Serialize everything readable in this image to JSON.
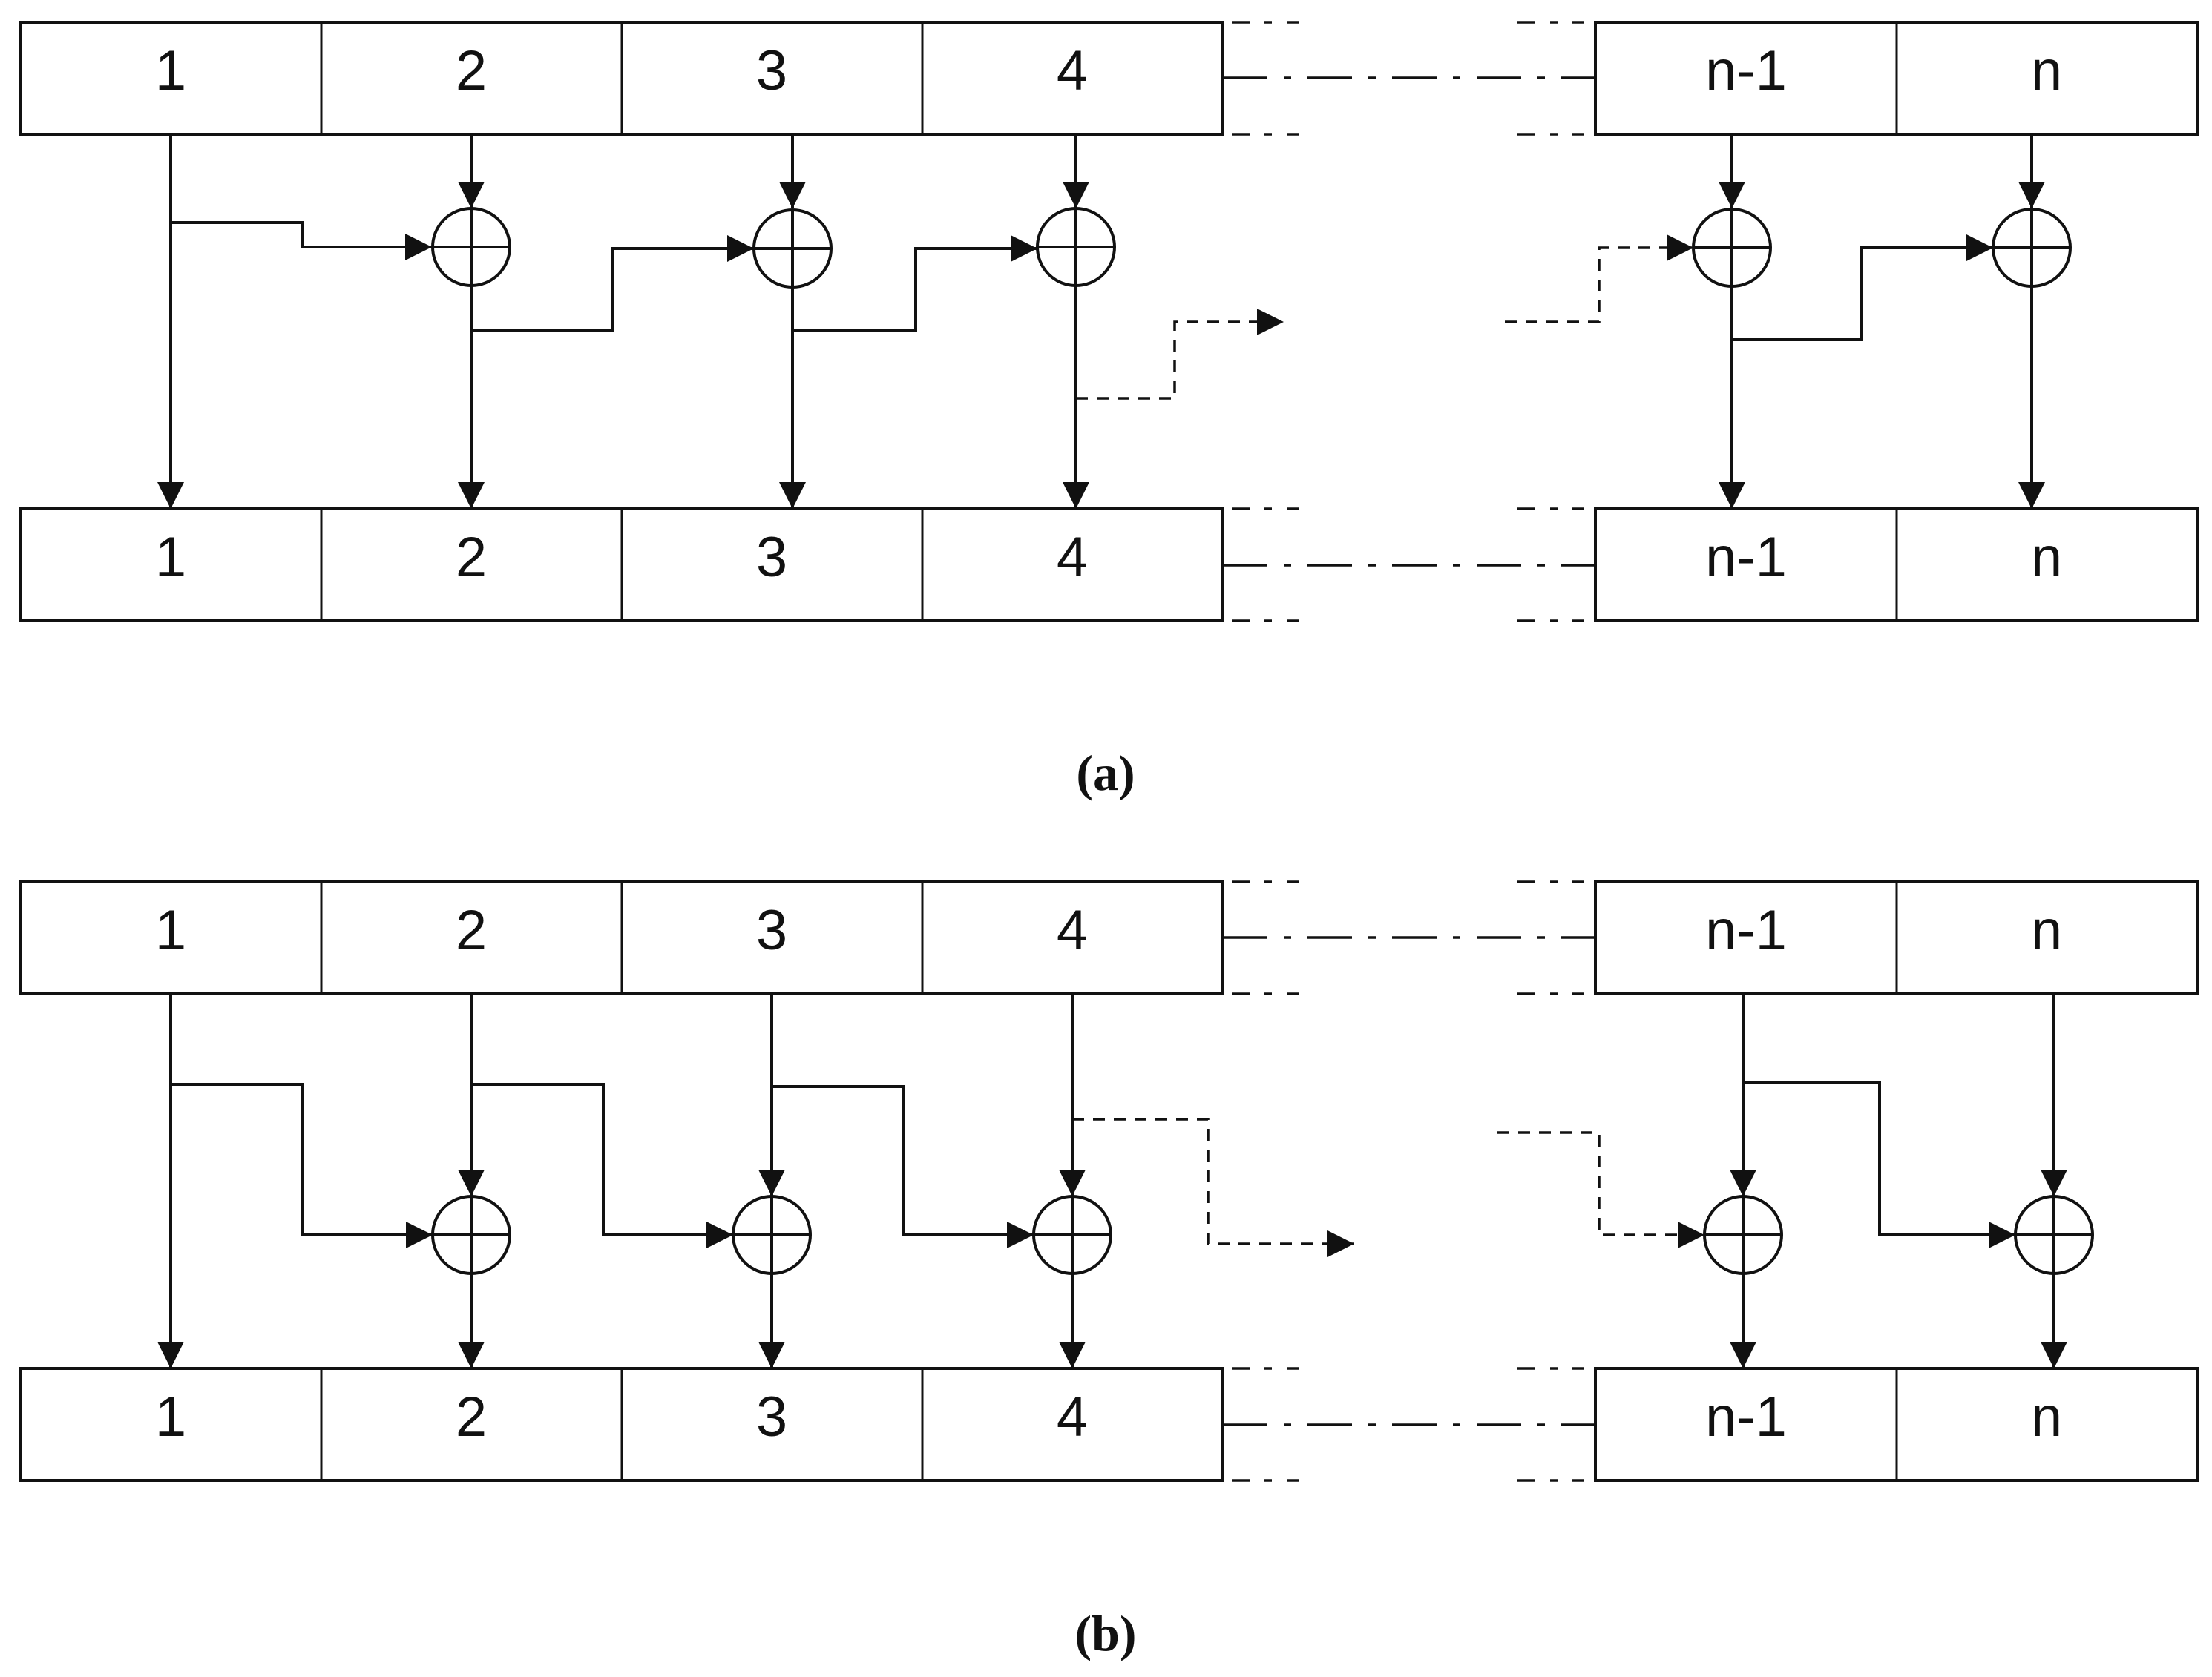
{
  "panels": [
    {
      "id": "a",
      "caption": "(a)",
      "top_register": [
        "1",
        "2",
        "3",
        "4",
        "n-1",
        "n"
      ],
      "bottom_register": [
        "1",
        "2",
        "3",
        "4",
        "n-1",
        "n"
      ]
    },
    {
      "id": "b",
      "caption": "(b)",
      "top_register": [
        "1",
        "2",
        "3",
        "4",
        "n-1",
        "n"
      ],
      "bottom_register": [
        "1",
        "2",
        "3",
        "4",
        "n-1",
        "n"
      ]
    }
  ],
  "symbols": {
    "xor": "xor-circle-plus-icon",
    "arrow": "arrowhead-icon"
  },
  "colors": {
    "ink": "#111111",
    "background": "#ffffff"
  }
}
